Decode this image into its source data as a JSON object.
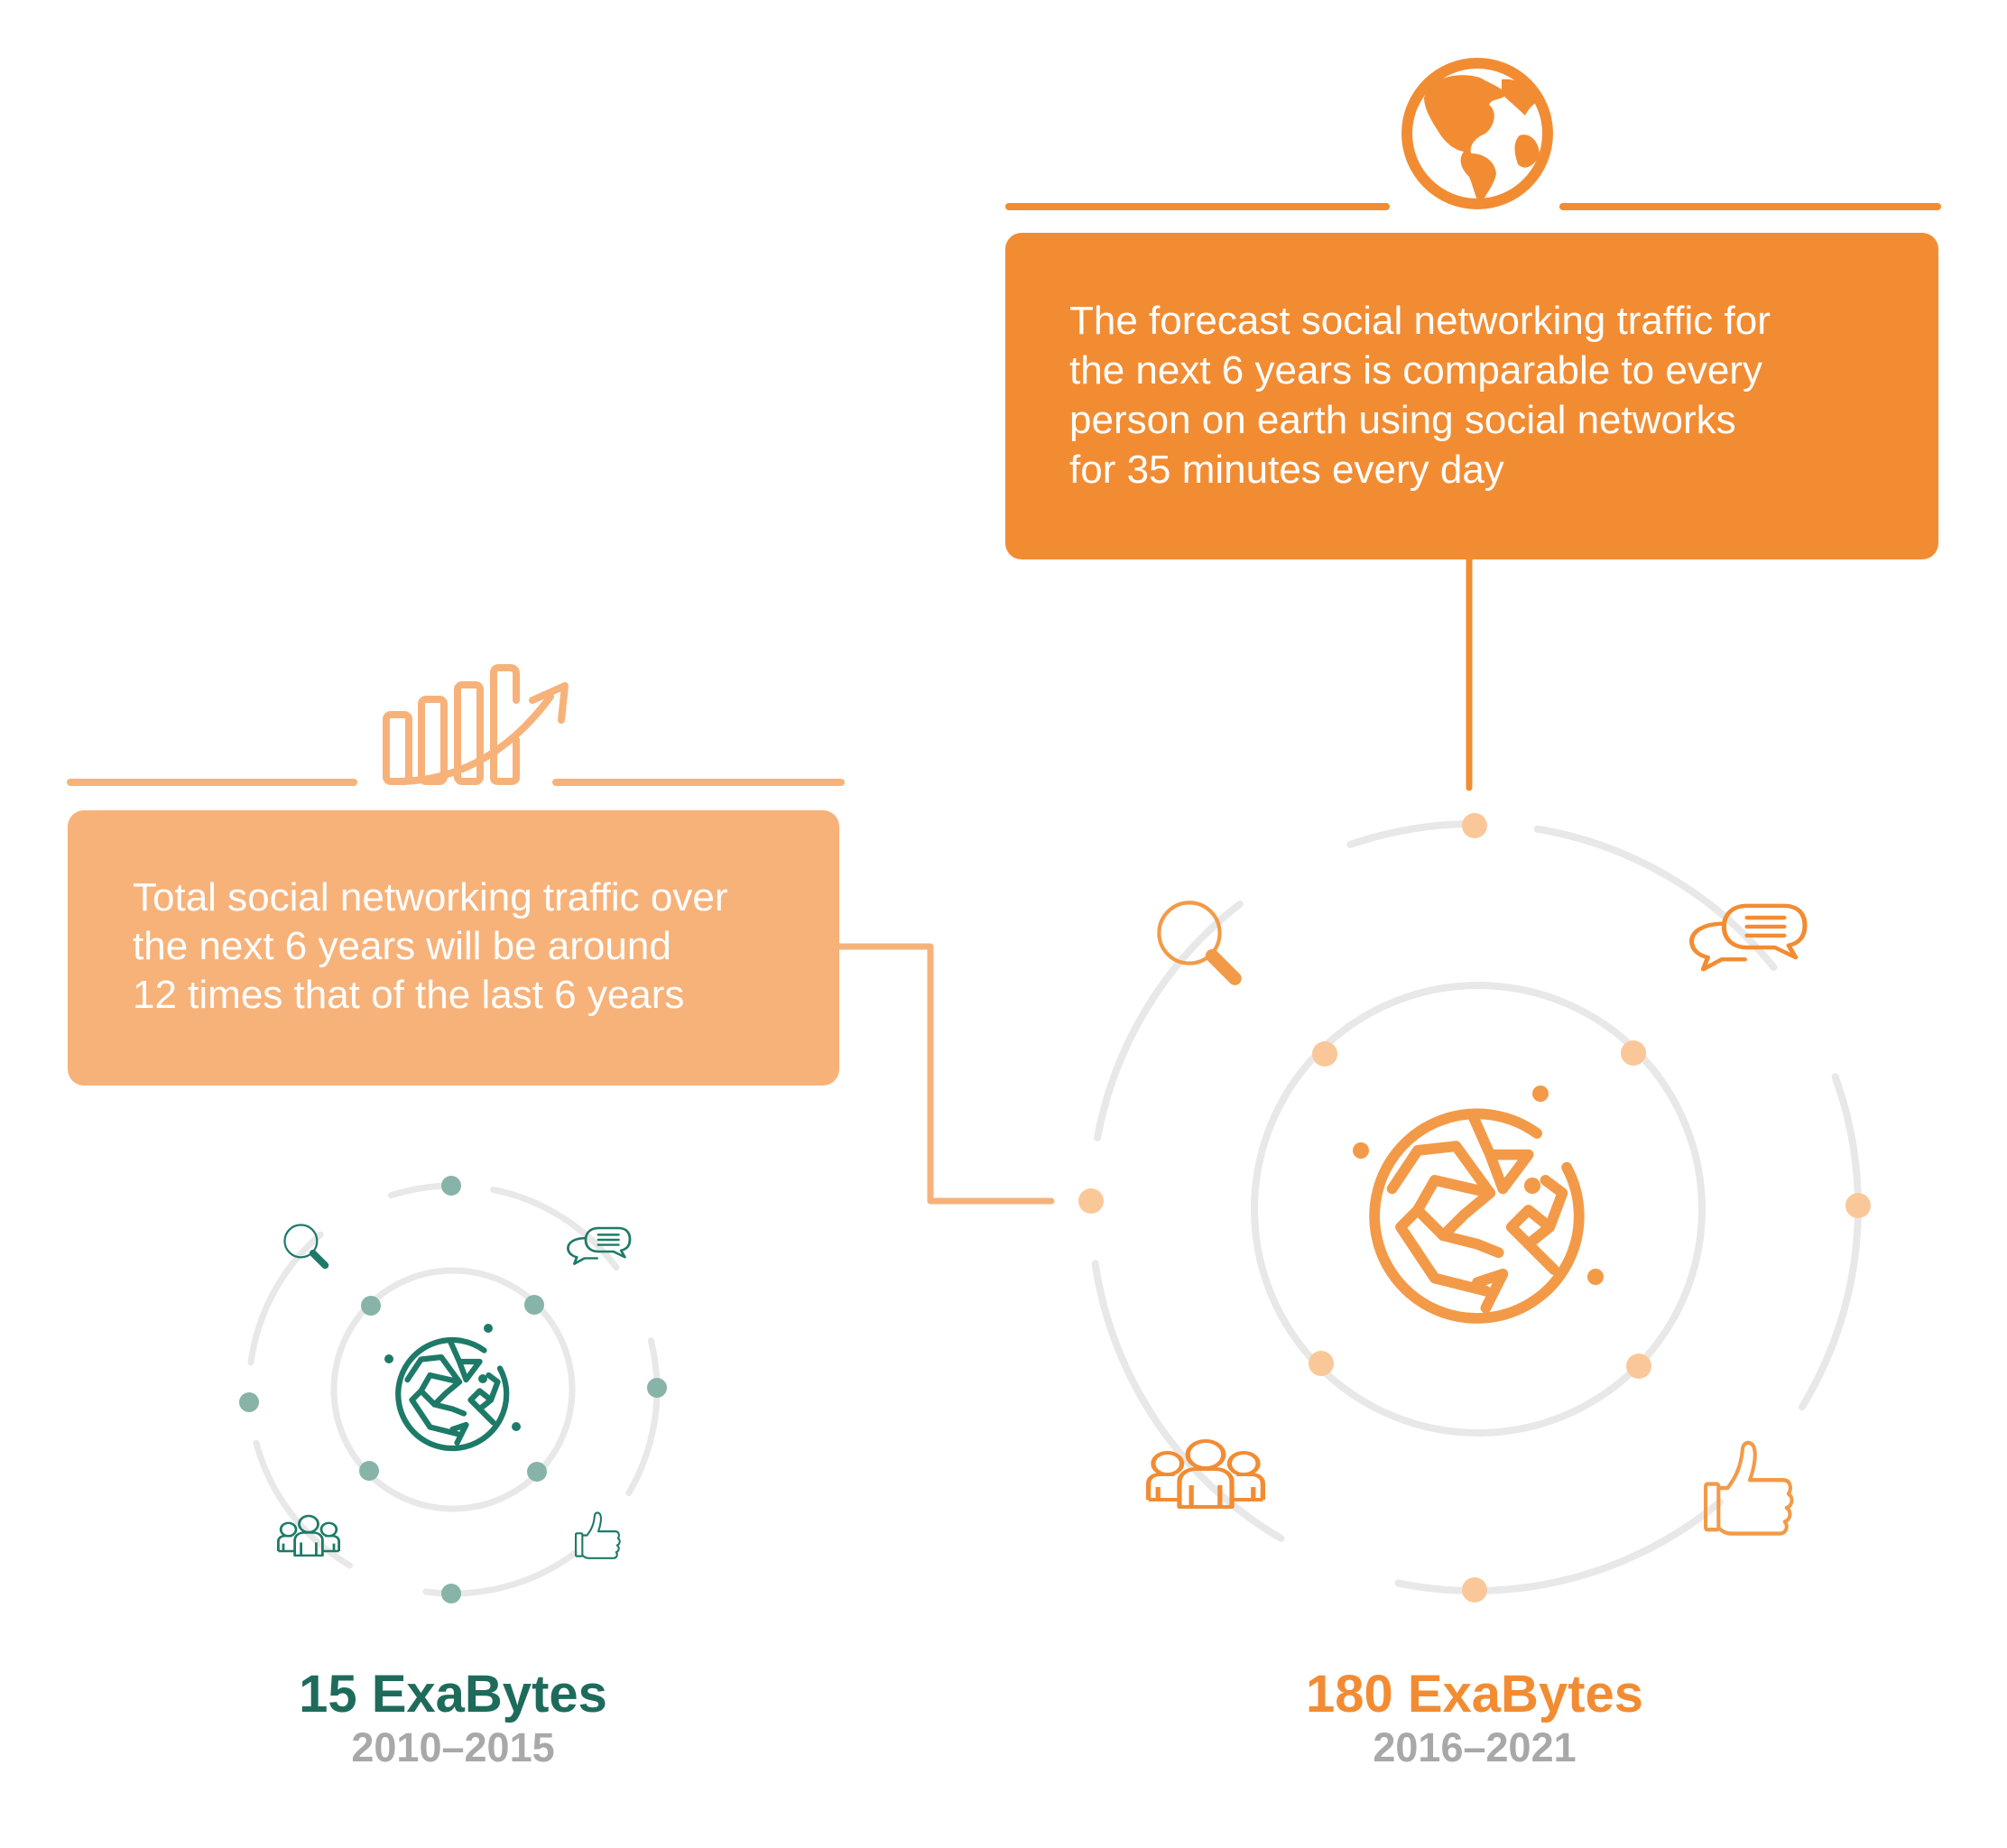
{
  "forecast_box": {
    "lines": [
      "The forecast social networking traffic for",
      "the next 6 years is comparable to every",
      "person on earth using social networks",
      "for 35 minutes every day"
    ],
    "icon": "globe-icon",
    "color": "#F28C33"
  },
  "growth_box": {
    "lines": [
      "Total social networking traffic over",
      "the next 6 years will be around",
      "12 times that of the last 6 years"
    ],
    "icon": "bar-chart-growth-icon",
    "color": "#F7B27A"
  },
  "past_period": {
    "amount": "15 ExaBytes",
    "years": "2010–2015",
    "color": "#1E6B5C",
    "dot_color": "#87B3A8",
    "icons": [
      "search-icon",
      "chat-icon",
      "people-icon",
      "thumbs-up-icon",
      "network-globe-icon"
    ]
  },
  "future_period": {
    "amount": "180 ExaBytes",
    "years": "2016–2021",
    "color": "#F28C33",
    "dot_color": "#FAC898",
    "icons": [
      "search-icon",
      "chat-icon",
      "people-icon",
      "thumbs-up-icon",
      "network-globe-icon"
    ]
  },
  "colors": {
    "orbit_ring": "#E8E8E8",
    "year_text": "#A8A8A8",
    "background": "#FFFFFF"
  }
}
